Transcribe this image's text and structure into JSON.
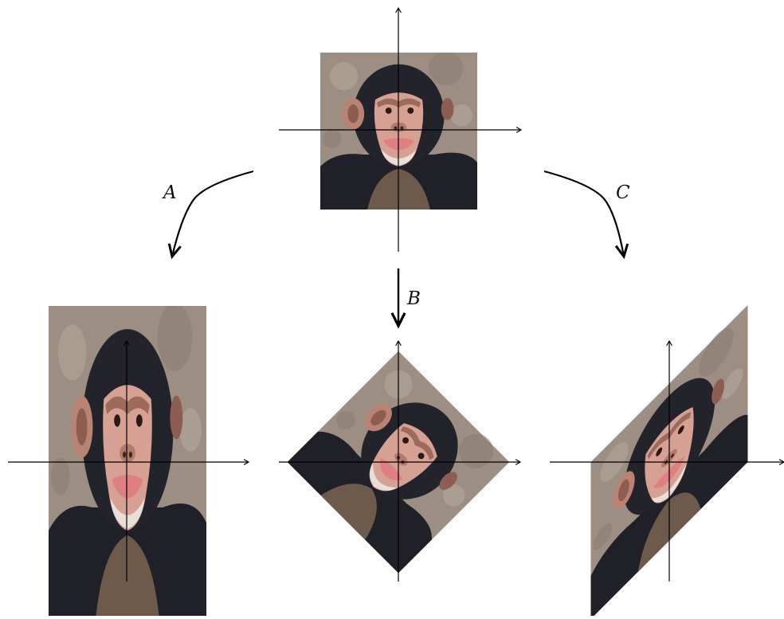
{
  "diagram": {
    "original_panel": {
      "name": "original-image",
      "transform": [
        1,
        0,
        0,
        1
      ]
    },
    "transforms": [
      {
        "label": "A",
        "name": "scale",
        "matrix": [
          1,
          0,
          0,
          2
        ]
      },
      {
        "label": "B",
        "name": "rotation",
        "matrix": [
          0.707,
          0.707,
          -0.707,
          0.707
        ]
      },
      {
        "label": "C",
        "name": "shear",
        "matrix": [
          1,
          0,
          1,
          1
        ]
      }
    ],
    "colors": {
      "axis": "#000000",
      "arrow": "#000000",
      "rock_background": "#9a8d82",
      "chimp_fur": "#1e1f27",
      "chimp_face": "#d9a596",
      "chimp_lips": "#e07b80",
      "chimp_ears": "#b97f6e"
    }
  }
}
